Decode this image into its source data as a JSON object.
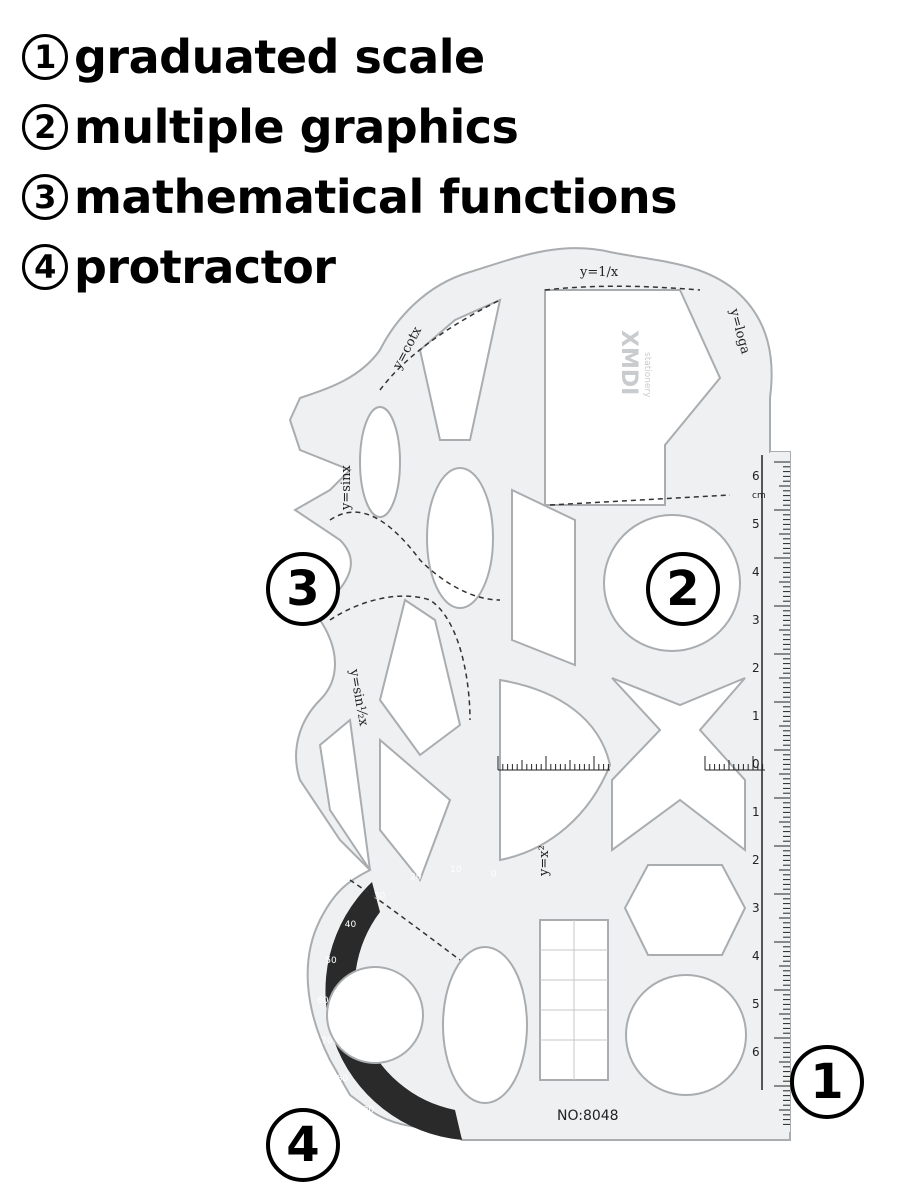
{
  "features": [
    {
      "num": "1",
      "label": "graduated scale"
    },
    {
      "num": "2",
      "label": "multiple graphics"
    },
    {
      "num": "3",
      "label": "mathematical functions"
    },
    {
      "num": "4",
      "label": "protractor"
    }
  ],
  "callouts": {
    "scale": "1",
    "graphics": "2",
    "functions": "3",
    "protractor": "4"
  },
  "template": {
    "model_number": "NO:8048",
    "function_labels": [
      "y=1/x",
      "y=cotx",
      "y=loga",
      "y=sinx",
      "y=sin½x",
      "y=x²"
    ],
    "scale_numbers_upper": [
      "6",
      "5",
      "4",
      "3",
      "2",
      "1",
      "0"
    ],
    "scale_numbers_lower": [
      "1",
      "2",
      "3",
      "4",
      "5",
      "6"
    ],
    "scale_unit": "cm",
    "protractor_numbers": [
      "0",
      "10",
      "20",
      "30",
      "40",
      "50",
      "60",
      "70",
      "80",
      "90"
    ],
    "brand": "XMDI",
    "brand_sub": "stationery"
  },
  "colors": {
    "template": "#eef0f1",
    "outline": "#a9adb0",
    "ink": "#1f1f1f"
  }
}
